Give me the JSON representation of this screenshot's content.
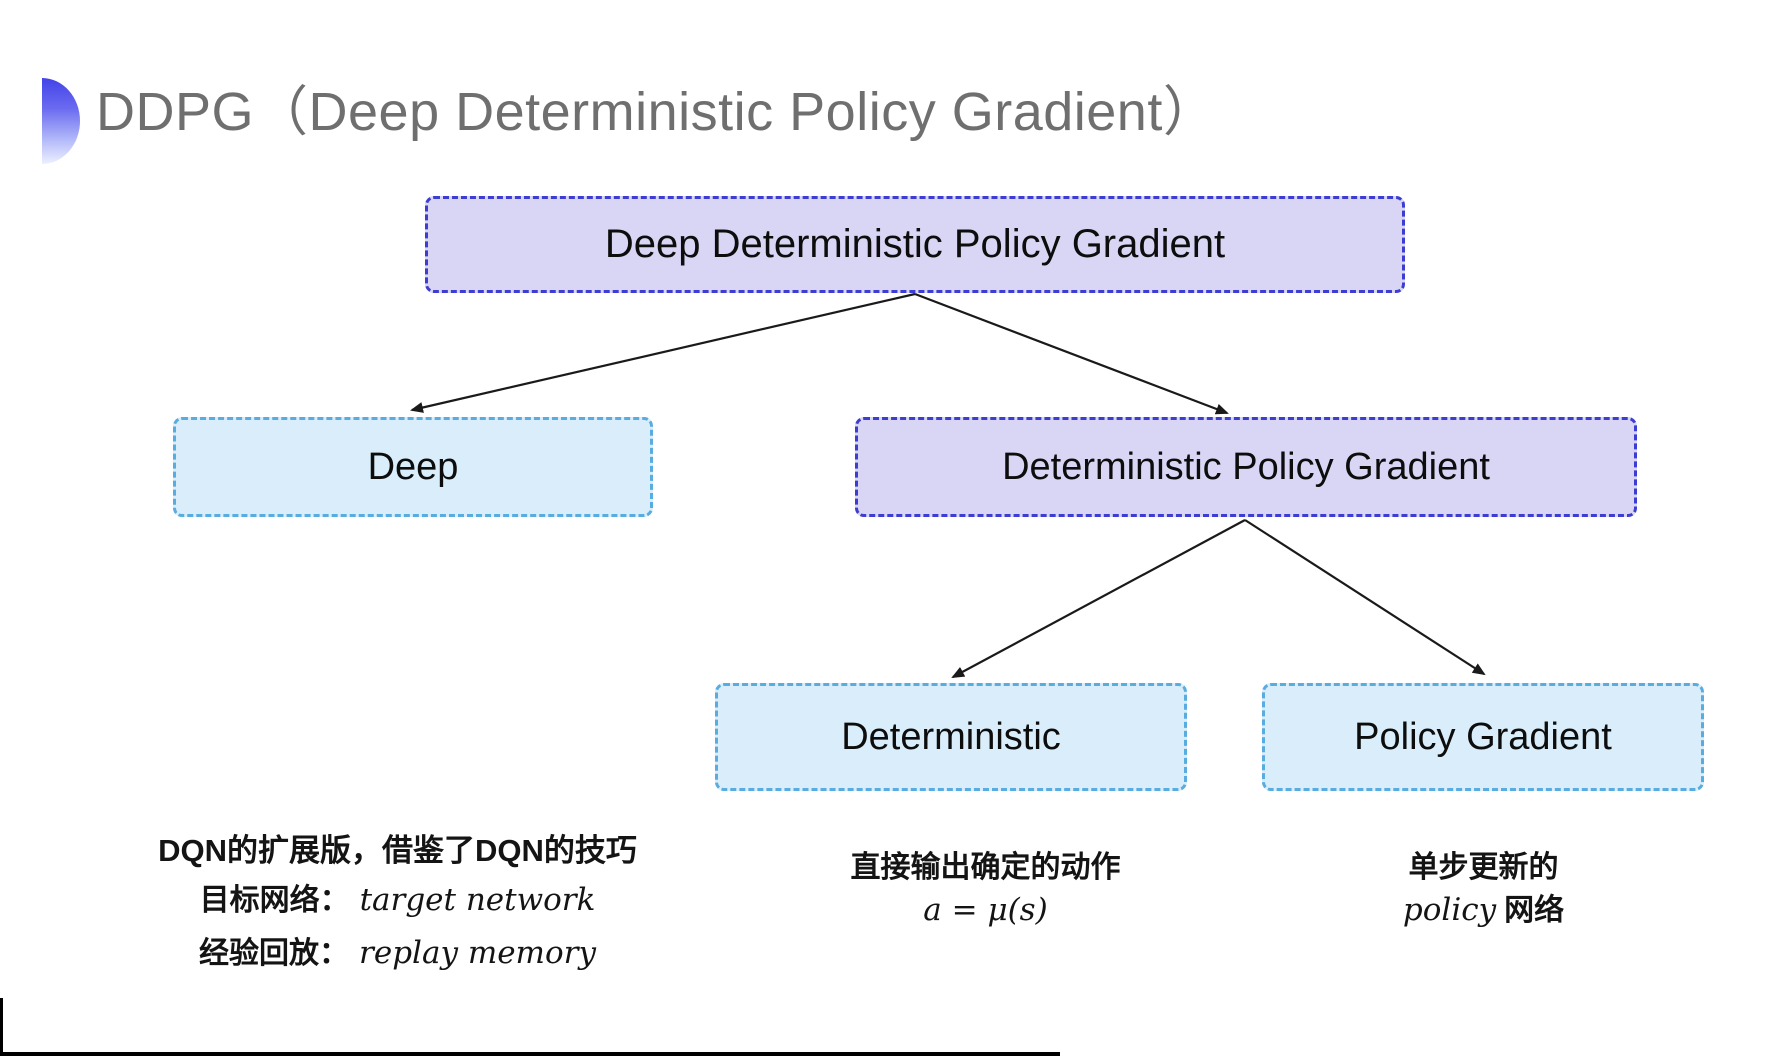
{
  "title": {
    "text": "DDPG（Deep Deterministic Policy Gradient）"
  },
  "nodes": [
    {
      "id": "ddpg",
      "label": "Deep Deterministic Policy Gradient"
    },
    {
      "id": "deep",
      "label": "Deep"
    },
    {
      "id": "dpg",
      "label": "Deterministic Policy Gradient"
    },
    {
      "id": "deterministic",
      "label": "Deterministic"
    },
    {
      "id": "policy-gradient",
      "label": "Policy Gradient"
    }
  ],
  "edges": [
    {
      "from": "ddpg",
      "to": "deep"
    },
    {
      "from": "ddpg",
      "to": "dpg"
    },
    {
      "from": "dpg",
      "to": "deterministic"
    },
    {
      "from": "dpg",
      "to": "policy-gradient"
    }
  ],
  "notes": {
    "left": {
      "line1": "DQN的扩展版，借鉴了DQN的技巧",
      "line2_zh": "目标网络：",
      "line2_en": "target network",
      "line3_zh": "经验回放：",
      "line3_en": "replay memory"
    },
    "middle": {
      "line1": "直接输出确定的动作",
      "formula": "a = μ(s)"
    },
    "right": {
      "line1": "单步更新的",
      "line2_en": "policy",
      "line2_zh": "网络"
    }
  },
  "colors": {
    "purple_fill": "#d9d6f5",
    "purple_border": "#3d3dd1",
    "cyan_fill": "#d9eefa",
    "cyan_border": "#58ace0",
    "title_gray": "#6f6f6f",
    "arrow": "#1a1a1a",
    "bullet_blue": "#4343e9"
  }
}
